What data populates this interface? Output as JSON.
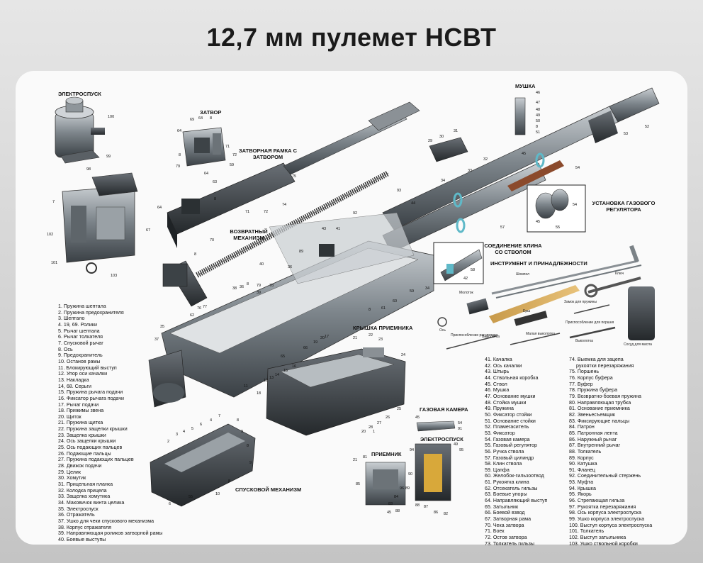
{
  "title": "12,7 мм пулемет НСВТ",
  "labels": {
    "electrospusk_top": "ЭЛЕКТРОСПУСК",
    "zatvor": "ЗАТВОР",
    "zatvornaya_ramka": "ЗАТВОРНАЯ РАМКА С ЗАТВОРОМ",
    "mushka": "МУШКА",
    "vozvratny": "ВОЗВРАТНЫЙ МЕХАНИЗМ",
    "ustanovka": "УСТАНОВКА ГАЗОВОГО РЕГУЛЯТОРА",
    "soedinenie": "СОЕДИНЕНИЕ КЛИНА СО СТВОЛОМ",
    "instrument": "ИНСТРУМЕНТ И ПРИНАДЛЕЖНОСТИ",
    "kryshka": "КРЫШКА ПРИЕМНИКА",
    "gazovaya": "ГАЗОВАЯ КАМЕРА",
    "elektrospusk_bottom": "ЭЛЕКТРОСПУСК",
    "priemnik": "ПРИЕМНИК",
    "spuskovoy": "СПУСКОВОЙ МЕХАНИЗМ"
  },
  "tools": {
    "shompol": "Шомпол",
    "klyuch": "Ключ",
    "zamok": "Замок для пружины",
    "molotok": "Молоток",
    "ersh": "Ерш",
    "prisp_porsh": "Приспособление для поршня",
    "os": "Ось",
    "prisp_reg": "Приспособление регулятора",
    "vykolotka1": "Выколотка",
    "malaya": "Малая выколотка",
    "vykolotka2": "Выколотка",
    "sosud": "Сосуд для масла"
  },
  "legend_col1": [
    "1. Пружина шептала",
    "2. Пружина предохранителя",
    "3. Шептало",
    "4. 19, 69. Ролики",
    "5. Рычаг шептала",
    "6. Рычаг толкателя",
    "7. Спусковой рычаг",
    "8. Ось",
    "9. Предохранитель",
    "10. Останов рамы",
    "11. Блокирующий выступ",
    "12. Упор оси качалки",
    "13. Накладка",
    "14, 68. Серьги",
    "15. Пружина рычага подачи",
    "16. Фиксатор рычага подачи",
    "17. Рычаг подачи",
    "18. Прижимы звена",
    "20. Щиток",
    "21. Пружина щитка",
    "22. Пружина защелки крышки",
    "23. Защелка крышки",
    "24. Ось защелки крышки",
    "25. Ось подающих пальцев",
    "26. Подающие пальцы",
    "27. Пружина подающих пальцев",
    "28. Движок подачи",
    "29. Целик",
    "30. Хомутик",
    "31. Прицельная планка",
    "32. Колодка прицела",
    "33. Защелка хомутика",
    "34. Маховичок винта целика",
    "35. Электроспуск",
    "36. Отражатель",
    "37. Ушко для чеки спускового механизма",
    "38. Корпус отражателя",
    "39. Направляющая роликов затворной рамы",
    "40. Боевые выступы"
  ],
  "legend_col2": [
    "41. Качалка",
    "42. Ось качалки",
    "43. Штырь",
    "44. Ствольная коробка",
    "45. Ствол",
    "46. Мушка",
    "47. Основание мушки",
    "48. Стойка мушки",
    "49. Пружина",
    "50. Фиксатор стойки",
    "51. Основание стойки",
    "52. Пламегаситель",
    "53. Фиксатор",
    "54. Газовая камера",
    "55. Газовый регулятор",
    "56. Ручка ствола",
    "57. Газовый цилиндр",
    "58. Клин ствола",
    "59. Цапфа",
    "60. Желобок-гильзоотвод",
    "61. Рукоятка клина",
    "62. Отсекатель гильзы",
    "63. Боевые упоры",
    "64. Направляющий выступ",
    "65. Затыльник",
    "66. Боевой взвод",
    "67. Затворная рама",
    "70. Чека затвора",
    "71. Боек",
    "72. Остов затвора",
    "73. Толкатель гильзы"
  ],
  "legend_col3": [
    "74. Выемка для зацепа",
    "рукоятки перезаряжания",
    "75. Поршень",
    "76. Корпус буфера",
    "77. Буфер",
    "78. Пружина буфера",
    "79. Возвратно-боевая пружина",
    "80. Направляющая трубка",
    "81. Основание приемника",
    "82. Звеньесъемщик",
    "83. Фиксирующие пальцы",
    "84. Патрон",
    "85. Патронная лента",
    "86. Наружный рычаг",
    "87. Внутренний рычаг",
    "88. Толкатель",
    "89. Корпус",
    "90. Катушка",
    "91. Фланец",
    "92. Соединительный стержень",
    "93. Муфта",
    "94. Крышка",
    "95. Якорь",
    "96. Стрепающая гильза",
    "97. Рукоятка перезаряжания",
    "98. Ось корпуса электроспуска",
    "99. Ушко корпуса электроспуска",
    "100. Выступ корпуса электроспуска",
    "101. Толкатель",
    "102. Выступ затыльника",
    "103. Ушко ствольной коробки"
  ],
  "callouts": [
    {
      "t": "100"
    },
    {
      "t": "99"
    },
    {
      "t": "98"
    },
    {
      "t": "7"
    },
    {
      "t": "102"
    },
    {
      "t": "101"
    },
    {
      "t": "103"
    },
    {
      "t": "69"
    },
    {
      "t": "64"
    },
    {
      "t": "8"
    },
    {
      "t": "64"
    },
    {
      "t": "71"
    },
    {
      "t": "72"
    },
    {
      "t": "8"
    },
    {
      "t": "79"
    },
    {
      "t": "59"
    },
    {
      "t": "64"
    },
    {
      "t": "75"
    },
    {
      "t": "63"
    },
    {
      "t": "64"
    },
    {
      "t": "67"
    },
    {
      "t": "8"
    },
    {
      "t": "71"
    },
    {
      "t": "72"
    },
    {
      "t": "74"
    },
    {
      "t": "70"
    },
    {
      "t": "8"
    },
    {
      "t": "46"
    },
    {
      "t": "47"
    },
    {
      "t": "48"
    },
    {
      "t": "49"
    },
    {
      "t": "50"
    },
    {
      "t": "8"
    },
    {
      "t": "51"
    },
    {
      "t": "52"
    },
    {
      "t": "53"
    },
    {
      "t": "30"
    },
    {
      "t": "31"
    },
    {
      "t": "29"
    },
    {
      "t": "32"
    },
    {
      "t": "33"
    },
    {
      "t": "34"
    },
    {
      "t": "45"
    },
    {
      "t": "54"
    },
    {
      "t": "93"
    },
    {
      "t": "92"
    },
    {
      "t": "44"
    },
    {
      "t": "57"
    },
    {
      "t": "54"
    },
    {
      "t": "55"
    },
    {
      "t": "45"
    },
    {
      "t": "58"
    },
    {
      "t": "42"
    },
    {
      "t": "43"
    },
    {
      "t": "41"
    },
    {
      "t": "89"
    },
    {
      "t": "40"
    },
    {
      "t": "36"
    },
    {
      "t": "79"
    },
    {
      "t": "38"
    },
    {
      "t": "36"
    },
    {
      "t": "8"
    },
    {
      "t": "39"
    },
    {
      "t": "78"
    },
    {
      "t": "77"
    },
    {
      "t": "76"
    },
    {
      "t": "62"
    },
    {
      "t": "8"
    },
    {
      "t": "61"
    },
    {
      "t": "60"
    },
    {
      "t": "59"
    },
    {
      "t": "34"
    },
    {
      "t": "35"
    },
    {
      "t": "37"
    },
    {
      "t": "65"
    },
    {
      "t": "11"
    },
    {
      "t": "18"
    },
    {
      "t": "66"
    },
    {
      "t": "19"
    },
    {
      "t": "20"
    },
    {
      "t": "17"
    },
    {
      "t": "16"
    },
    {
      "t": "15"
    },
    {
      "t": "14"
    },
    {
      "t": "13"
    },
    {
      "t": "12"
    },
    {
      "t": "21"
    },
    {
      "t": "22"
    },
    {
      "t": "23"
    },
    {
      "t": "24"
    },
    {
      "t": "25"
    },
    {
      "t": "26"
    },
    {
      "t": "27"
    },
    {
      "t": "28"
    },
    {
      "t": "20"
    },
    {
      "t": "1"
    },
    {
      "t": "2"
    },
    {
      "t": "3"
    },
    {
      "t": "4"
    },
    {
      "t": "5"
    },
    {
      "t": "6"
    },
    {
      "t": "4"
    },
    {
      "t": "7"
    },
    {
      "t": "8"
    },
    {
      "t": "9"
    },
    {
      "t": "8"
    },
    {
      "t": "9"
    },
    {
      "t": "8"
    },
    {
      "t": "10"
    },
    {
      "t": "6"
    },
    {
      "t": "55"
    },
    {
      "t": "45"
    },
    {
      "t": "54"
    },
    {
      "t": "91"
    },
    {
      "t": "94"
    },
    {
      "t": "49"
    },
    {
      "t": "95"
    },
    {
      "t": "90"
    },
    {
      "t": "89"
    },
    {
      "t": "88"
    },
    {
      "t": "87"
    },
    {
      "t": "86"
    },
    {
      "t": "82"
    },
    {
      "t": "21"
    },
    {
      "t": "81"
    },
    {
      "t": "85"
    },
    {
      "t": "84"
    },
    {
      "t": "83"
    },
    {
      "t": "45"
    },
    {
      "t": "88"
    },
    {
      "t": "96"
    }
  ]
}
